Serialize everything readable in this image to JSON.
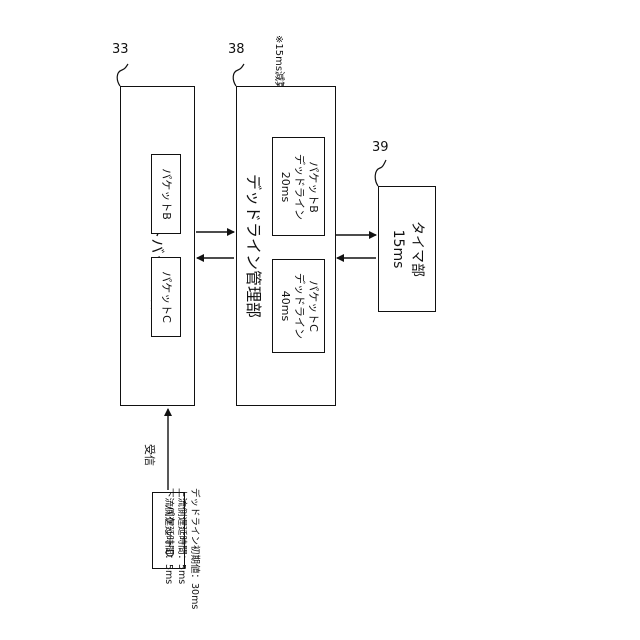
{
  "refs": {
    "buffer": "33",
    "deadline": "38",
    "timer": "39"
  },
  "note_top": "※15ms減算",
  "buffer": {
    "title": "パケットバッファ部",
    "packet_b": "パケットB",
    "packet_c": "パケットC"
  },
  "deadline": {
    "title": "デッドライン管理部",
    "b_line1": "パケットB",
    "b_line2": "デッドライン",
    "b_line3": "20ms",
    "c_line1": "パケットC",
    "c_line2": "デッドライン",
    "c_line3": "40ms"
  },
  "timer": {
    "title": "タイマ部",
    "value": "15ms"
  },
  "packet_d": {
    "label": "パケットD"
  },
  "receive_label": "受信",
  "packet_d_notes": [
    "デッドライン初期値：30ms",
    "上流側遅延時間：5ms",
    "下流側遅延時間：5ms"
  ]
}
